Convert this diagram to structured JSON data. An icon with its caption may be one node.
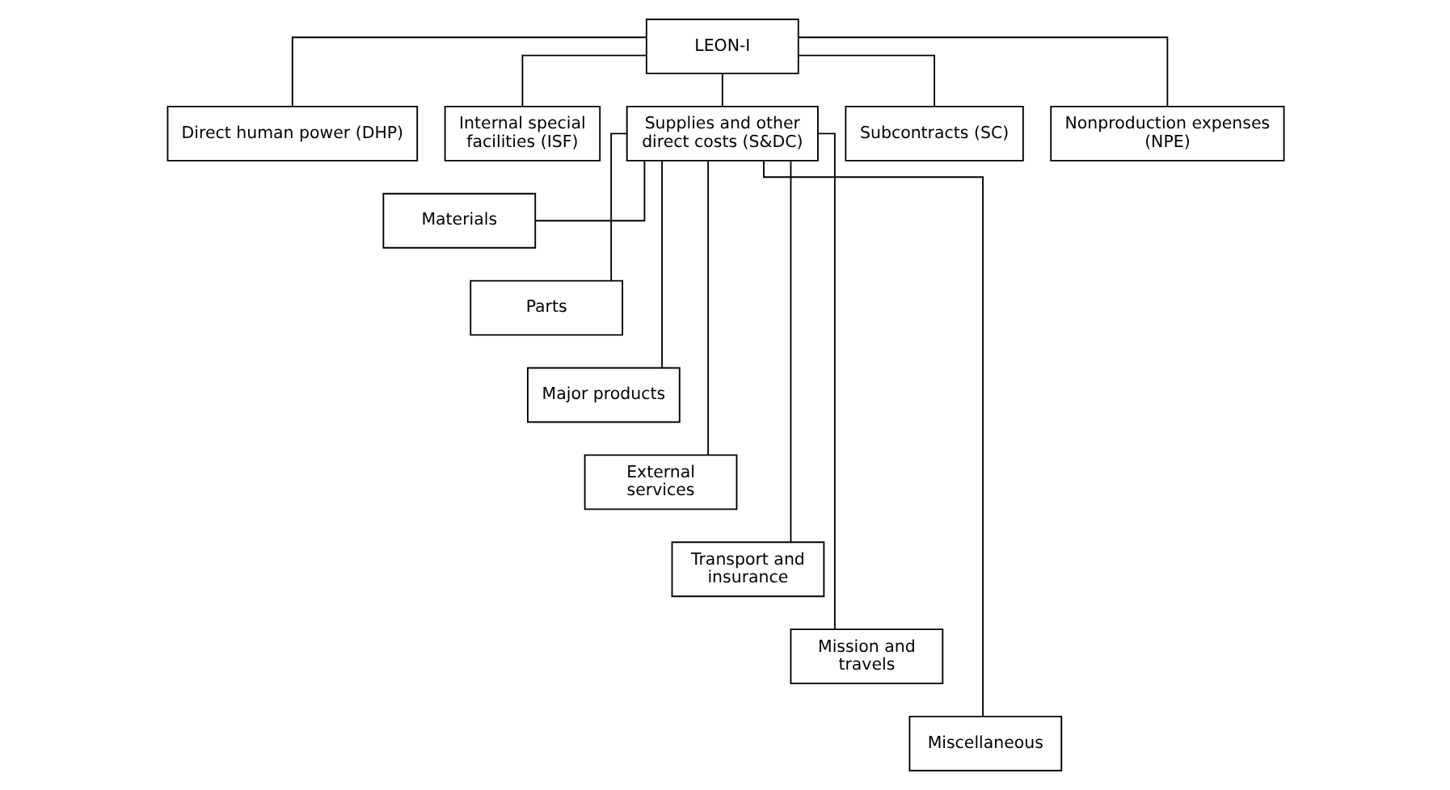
{
  "diagram": {
    "nodes": [
      {
        "text": [
          "LEON-I"
        ]
      },
      {
        "text": [
          "Direct human power (DHP)"
        ]
      },
      {
        "text": [
          "Internal special facilities (ISF)"
        ]
      },
      {
        "text": [
          "Supplies and other direct costs (S&DC)"
        ]
      },
      {
        "text": [
          "Subcontracts (SC)"
        ]
      },
      {
        "text": [
          "Nonproduction expenses (NPE)"
        ]
      },
      {
        "text": [
          "Materials"
        ]
      },
      {
        "text": [
          "Parts"
        ]
      },
      {
        "text": [
          "Major products"
        ]
      },
      {
        "text": [
          "External services"
        ]
      },
      {
        "text": [
          "Transport and insurance"
        ]
      },
      {
        "text": [
          "Mission and travels"
        ]
      },
      {
        "text": [
          "Miscellaneous"
        ]
      }
    ],
    "edges": [
      {
        "from": 0,
        "to": 1,
        "arrow": "none"
      },
      {
        "from": 0,
        "to": 2,
        "arrow": "none"
      },
      {
        "from": 0,
        "to": 3,
        "arrow": "none"
      },
      {
        "from": 0,
        "to": 4,
        "arrow": "none"
      },
      {
        "from": 0,
        "to": 5,
        "arrow": "none"
      },
      {
        "from": 3,
        "to": 6,
        "arrow": "none"
      },
      {
        "from": 3,
        "to": 7,
        "arrow": "none"
      },
      {
        "from": 3,
        "to": 8,
        "arrow": "none"
      },
      {
        "from": 3,
        "to": 9,
        "arrow": "none"
      },
      {
        "from": 3,
        "to": 10,
        "arrow": "none"
      },
      {
        "from": 3,
        "to": 11,
        "arrow": "none"
      },
      {
        "from": 3,
        "to": 12,
        "arrow": "none"
      }
    ]
  }
}
